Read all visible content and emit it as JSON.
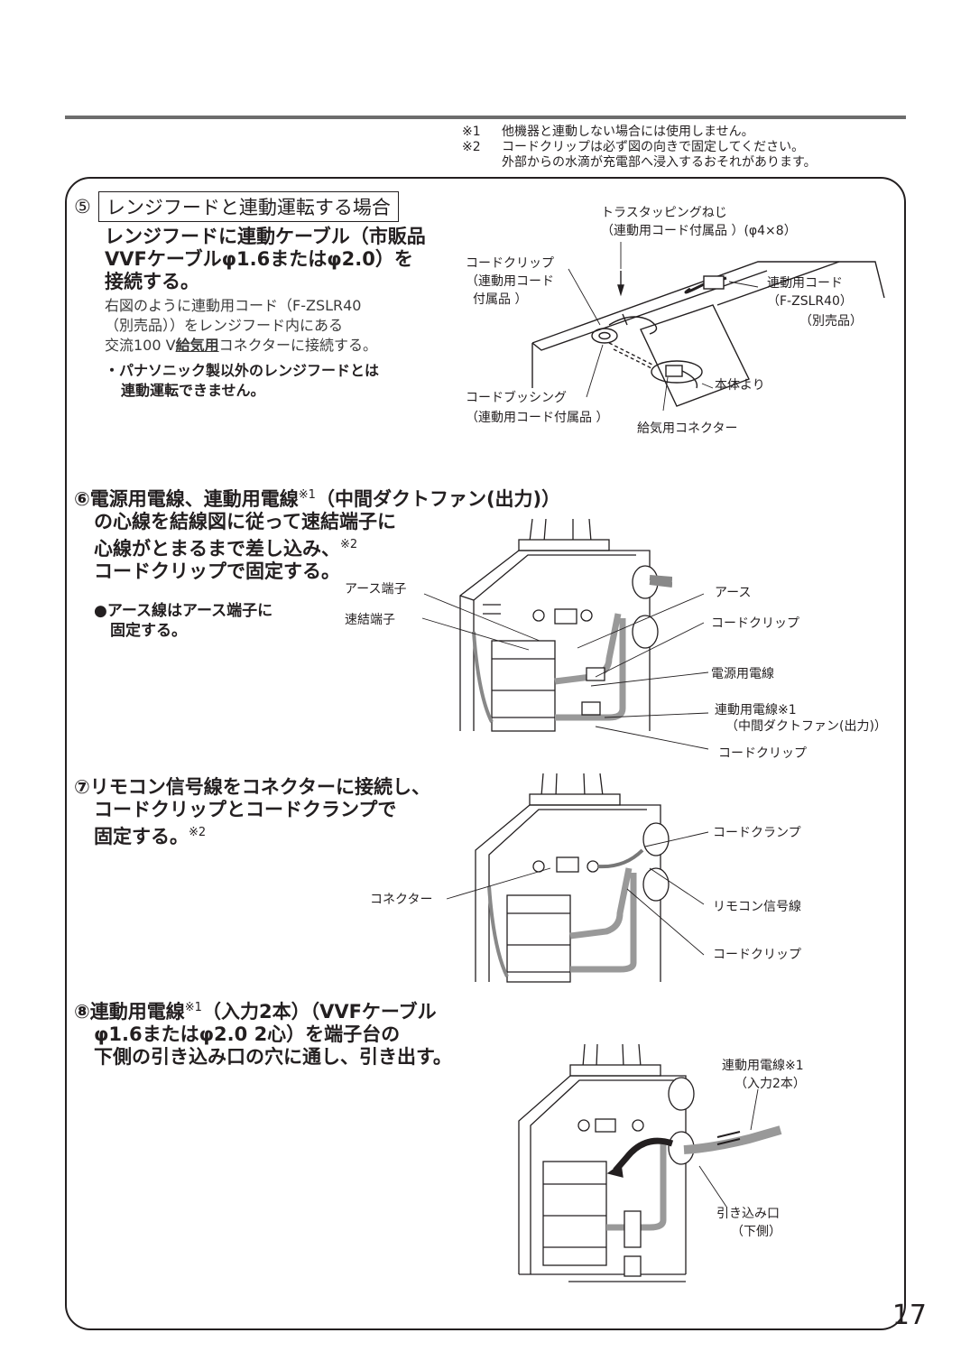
{
  "notes": [
    {
      "mark": "※1",
      "text": "他機器と連動しない場合には使用しません。"
    },
    {
      "mark": "※2",
      "text": "コードクリップは必ず図の向きで固定してください。"
    },
    {
      "mark": "",
      "text": "外部からの水滴が充電部へ浸入するおそれがあります。"
    }
  ],
  "section5": {
    "num": "⑤",
    "title": "レンジフードと連動運転する場合",
    "lead": [
      "レンジフードに連動ケーブル（市販品",
      "VVFケーブルφ1.6またはφ2.0）を",
      "接続する。"
    ],
    "body1": "右図のように連動用コード（F-ZSLR40",
    "body2": "（別売品））をレンジフード内にある",
    "body3_pre": "交流100 V",
    "body3_u": "給気用",
    "body3_post": "コネクターに接続する。",
    "bullet1": "・パナソニック製以外のレンジフードとは",
    "bullet2": "連動運転できません。",
    "labels": {
      "screw1": "トラスタッピングねじ",
      "screw2": "（連動用コード付属品 ）(φ4×8）",
      "clip1": "コードクリップ",
      "clip2": "（連動用コード",
      "clip3": "付属品 ）",
      "cord1": "連動用コード",
      "cord2": "（F-ZSLR40）",
      "cord3": "（別売品）",
      "from": "本体より",
      "bush1": "コードブッシング",
      "bush2": "（連動用コード付属品 ）",
      "conn": "給気用コネクター"
    }
  },
  "section6": {
    "line1_pre": "⑥電源用電線、連動用電線",
    "line1_sup": "※1",
    "line1_post": "（中間ダクトファン(出力)）",
    "line2": "の心線を結線図に従って速結端子に",
    "line3_pre": "心線がとまるまで差し込み、",
    "line3_sup": "※2",
    "line4": "コードクリップで固定する。",
    "bullet1": "●アース線はアース端子に",
    "bullet2": "固定する。",
    "labels": {
      "earth_term": "アース端子",
      "quick_term": "速結端子",
      "earth": "アース",
      "clip": "コードクリップ",
      "power": "電源用電線",
      "link1": "連動用電線※1",
      "link2": "（中間ダクトファン(出力)）",
      "clip2": "コードクリップ"
    }
  },
  "section7": {
    "line1": "⑦リモコン信号線をコネクターに接続し、",
    "line2": "コードクリップとコードクランプで",
    "line3_pre": "固定する。",
    "line3_sup": "※2",
    "labels": {
      "clamp": "コードクランプ",
      "connector": "コネクター",
      "remote": "リモコン信号線",
      "clip": "コードクリップ"
    }
  },
  "section8": {
    "line1_pre": "⑧連動用電線",
    "line1_sup": "※1",
    "line1_post": "（入力2本）（VVFケーブル",
    "line2": "φ1.6またはφ2.0 2心）を端子台の",
    "line3": "下側の引き込み口の穴に通し、引き出す。",
    "labels": {
      "link1": "連動用電線※1",
      "link2": "（入力2本）",
      "inlet1": "引き込み口",
      "inlet2": "（下側）"
    }
  },
  "page_number": "17"
}
